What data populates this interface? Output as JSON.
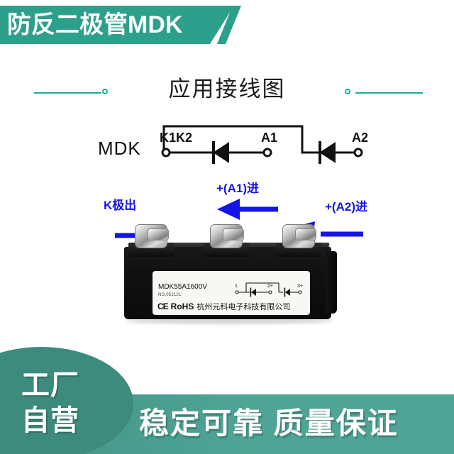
{
  "header": {
    "title": "防反二极管MDK",
    "bg_color": "#2da08b"
  },
  "section": {
    "title": "应用接线图",
    "accent_color": "#12b193"
  },
  "schematic": {
    "device_label": "MDK",
    "terminals": [
      {
        "name": "K1K2"
      },
      {
        "name": "A1"
      },
      {
        "name": "A2"
      }
    ]
  },
  "annotations": {
    "color": "#1414e6",
    "k_out": "K极出",
    "a1_in": "+(A1)进",
    "a2_in": "+(A2)进"
  },
  "module": {
    "label": {
      "model": "MDK55A1600V",
      "serial": "NO.052121",
      "ce": "CE",
      "rohs": "RoHS",
      "company": "杭州元科电子科技有限公司",
      "pins": [
        "1",
        "2+",
        "3+"
      ]
    }
  },
  "footer": {
    "badge": "工厂\n自营",
    "badge_line1": "工厂",
    "badge_line2": "自营",
    "slogan": "稳定可靠 质量保证",
    "band_color": "#4fa495",
    "oval_color": "#3c8b7d"
  }
}
